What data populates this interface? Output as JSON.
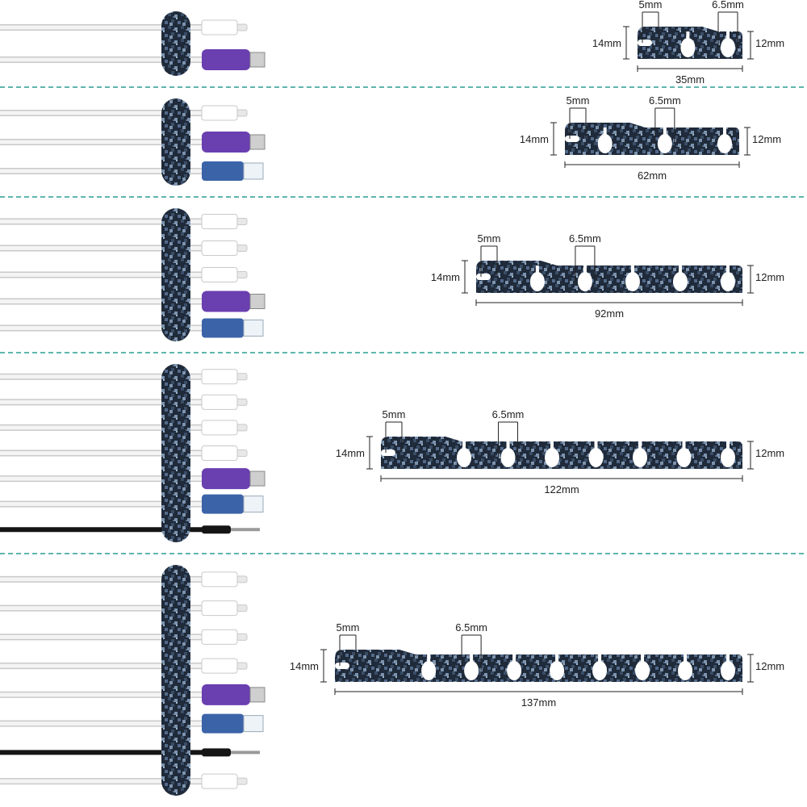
{
  "colors": {
    "divider": "#2a9d8f",
    "clip_dark": "#1f2a3a",
    "clip_mid": "#3a4d66",
    "clip_light": "#7d93ad",
    "cable_white": "#f4f4f4",
    "cable_outline": "#c9c9c9",
    "cable_black": "#151515",
    "plug_purple": "#6a3fb0",
    "plug_blue": "#3b63a8",
    "dimension_line": "#222222"
  },
  "icons": {
    "lightning": "lightning-plug-icon",
    "hdmi": "hdmi-plug-icon",
    "ethernet": "ethernet-plug-icon",
    "audio": "audio-jack-icon"
  },
  "variants": [
    {
      "id": "2-slot",
      "slots": 2,
      "cables": [
        "lightning",
        "hdmi"
      ],
      "labels": {
        "height_left": "14mm",
        "height_right": "12mm",
        "slot_width": "5mm",
        "hole_width": "6.5mm",
        "length": "35mm"
      }
    },
    {
      "id": "3-slot",
      "slots": 3,
      "cables": [
        "lightning",
        "hdmi",
        "ethernet"
      ],
      "labels": {
        "height_left": "14mm",
        "height_right": "12mm",
        "slot_width": "5mm",
        "hole_width": "6.5mm",
        "length": "62mm"
      }
    },
    {
      "id": "5-slot",
      "slots": 5,
      "cables": [
        "lightning",
        "lightning",
        "lightning",
        "hdmi",
        "ethernet"
      ],
      "labels": {
        "height_left": "14mm",
        "height_right": "12mm",
        "slot_width": "5mm",
        "hole_width": "6.5mm",
        "length": "92mm"
      }
    },
    {
      "id": "7-slot",
      "slots": 7,
      "cables": [
        "lightning",
        "lightning",
        "lightning",
        "lightning",
        "hdmi",
        "ethernet",
        "audio"
      ],
      "labels": {
        "height_left": "14mm",
        "height_right": "12mm",
        "slot_width": "5mm",
        "hole_width": "6.5mm",
        "length": "122mm"
      }
    },
    {
      "id": "8-slot",
      "slots": 8,
      "cables": [
        "lightning",
        "lightning",
        "lightning",
        "lightning",
        "hdmi",
        "ethernet",
        "audio",
        "lightning"
      ],
      "labels": {
        "height_left": "14mm",
        "height_right": "12mm",
        "slot_width": "5mm",
        "hole_width": "6.5mm",
        "length": "137mm"
      }
    }
  ]
}
